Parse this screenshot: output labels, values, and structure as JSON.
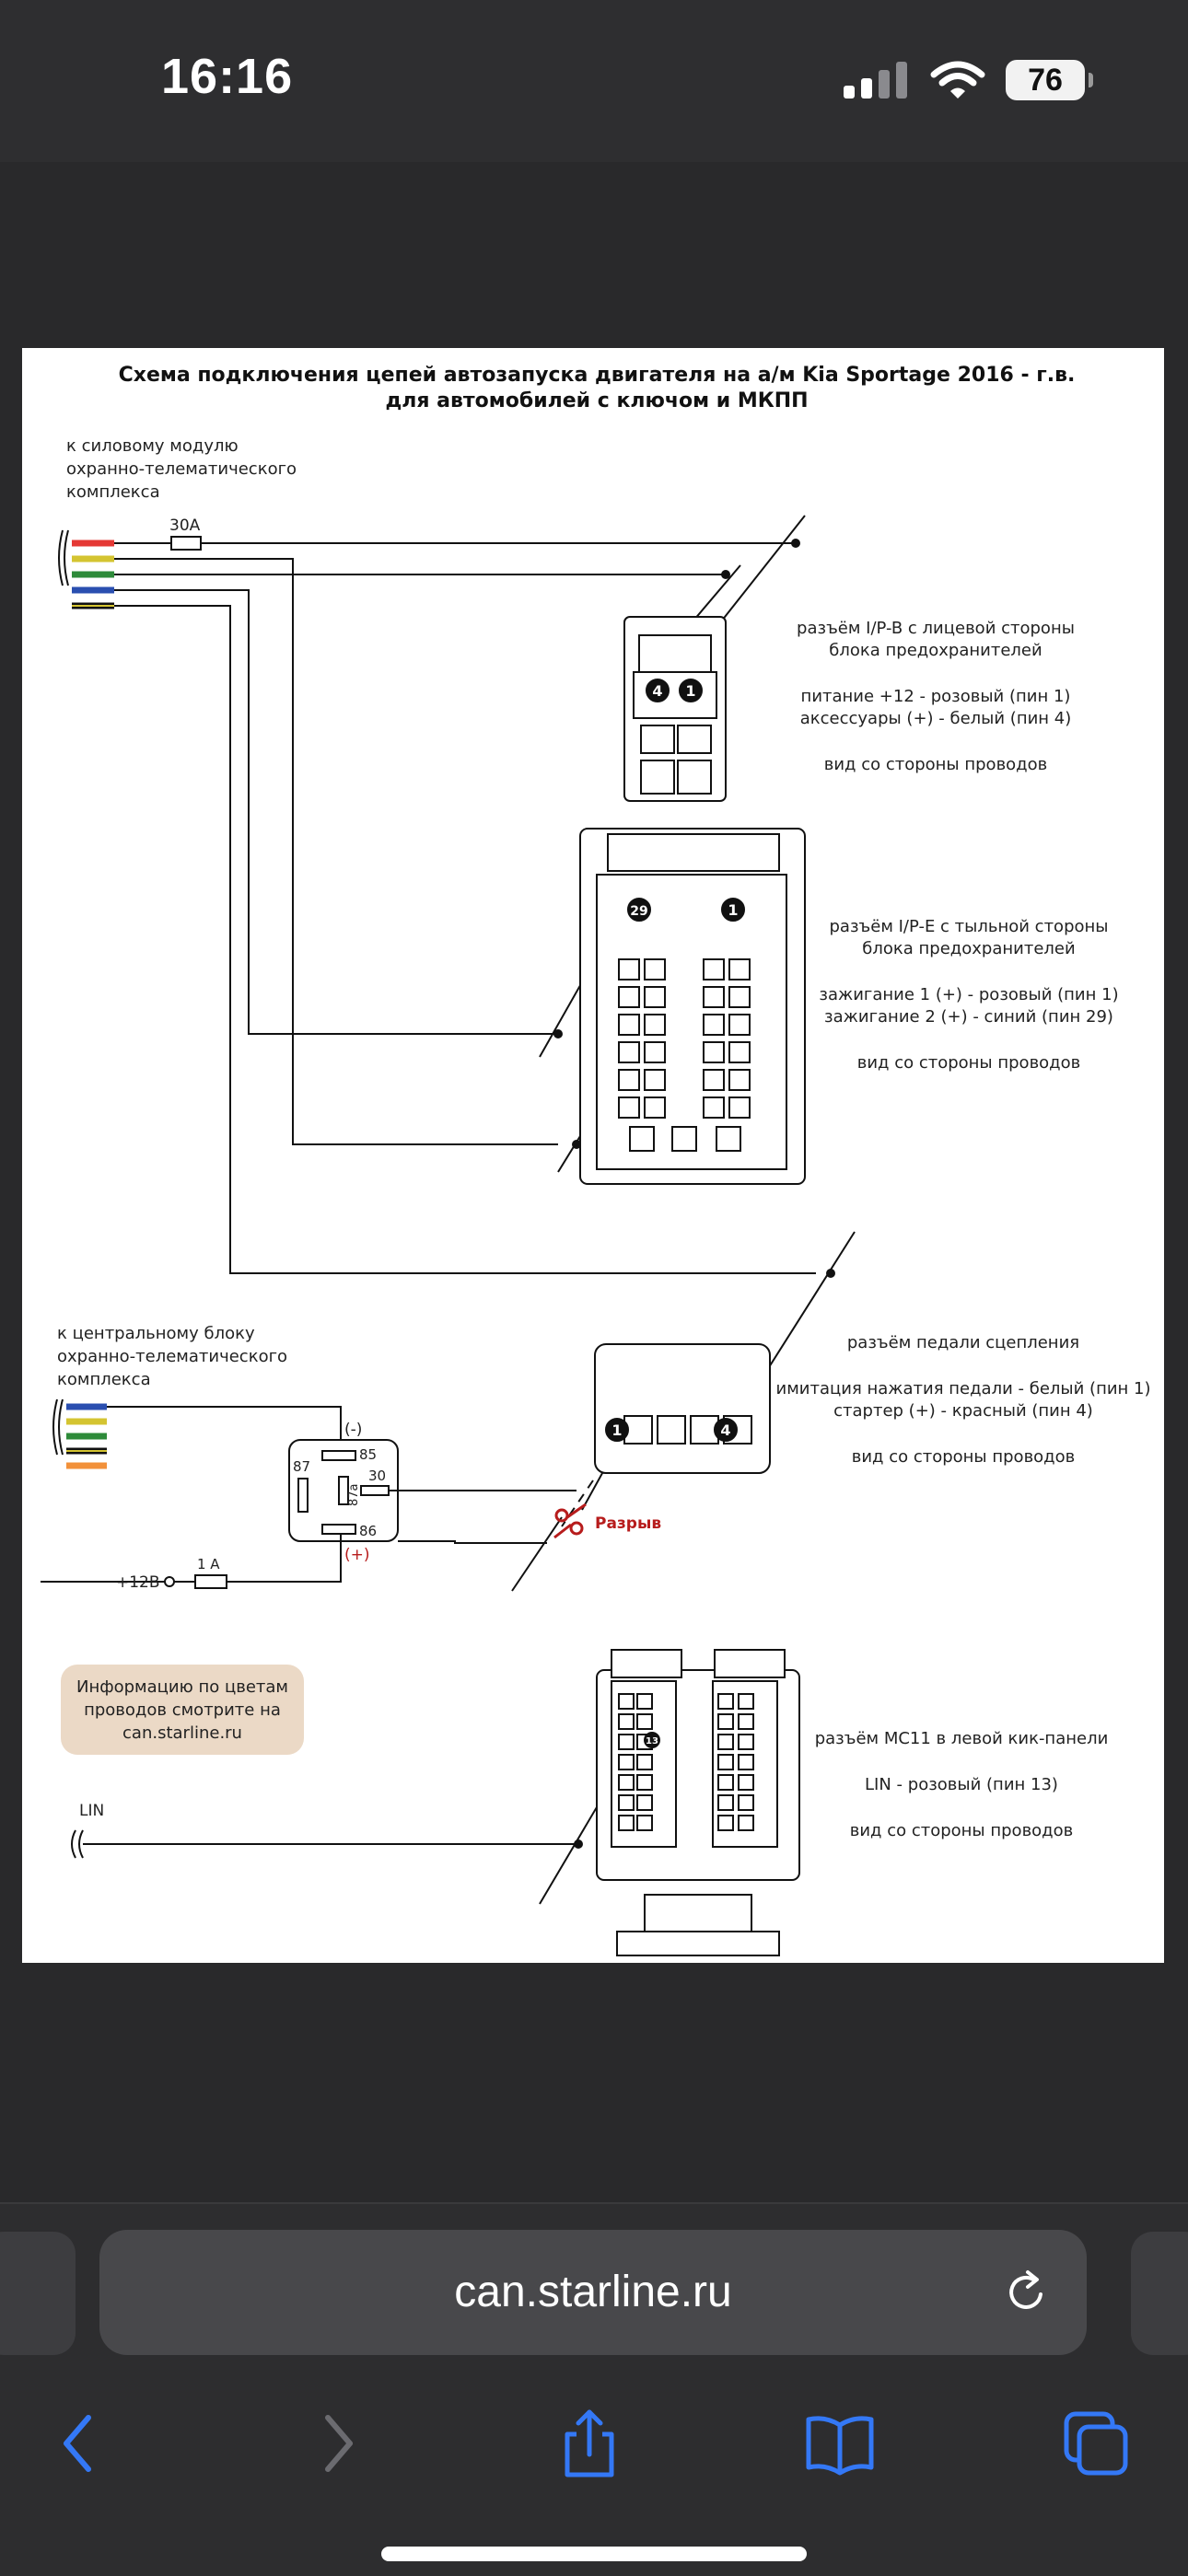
{
  "status_bar": {
    "time": "16:16",
    "battery_level": "76"
  },
  "browser": {
    "url": "can.starline.ru"
  },
  "diagram": {
    "title_line1": "Схема подключения цепей автозапуска двигателя на а/м Kia Sportage 2016 - г.в.",
    "title_line2": "для автомобилей с ключом и МКПП",
    "module_label": [
      "к силовому модулю",
      "охранно-телематического",
      "комплекса"
    ],
    "fuse_30a": "30A",
    "iv_b": {
      "title": [
        "разъём I/P-B с лицевой стороны",
        "блока предохранителей"
      ],
      "pins": [
        "питание +12 - розовый (пин 1)",
        "аксессуары (+) - белый (пин 4)"
      ],
      "view": "вид со стороны проводов",
      "pin_a": "4",
      "pin_b": "1"
    },
    "iv_e": {
      "title": [
        "разъём I/P-E с тыльной стороны",
        "блока предохранителей"
      ],
      "pins": [
        "зажигание 1 (+) - розовый (пин 1)",
        "зажигание 2 (+) - синий (пин 29)"
      ],
      "view": "вид со стороны проводов",
      "pin_a": "29",
      "pin_b": "1"
    },
    "pedal": {
      "title": "разъём педали сцепления",
      "pins": [
        "имитация нажатия педали - белый (пин 1)",
        "стартер (+) - красный (пин 4)"
      ],
      "view": "вид со стороны проводов",
      "pin_a": "1",
      "pin_b": "4"
    },
    "central_label": [
      "к центральному блоку",
      "охранно-телематического",
      "комплекса"
    ],
    "relay": {
      "minus": "(-)",
      "plus": "(+)",
      "pin85": "85",
      "pin86": "86",
      "pin87": "87",
      "pin87a": "87a",
      "pin30": "30"
    },
    "break_label": "Разрыв",
    "v12": "+12В",
    "fuse_1a": "1 А",
    "info_box": [
      "Информацию по цветам",
      "проводов смотрите на",
      "can.starline.ru"
    ],
    "lin_label": "LIN",
    "mc11": {
      "title": "разъём MC11 в левой кик-панели",
      "pin": "LIN - розовый (пин 13)",
      "view": "вид со стороны проводов",
      "pin_a": "13"
    }
  },
  "colors": {
    "wire_red": "#e53935",
    "wire_yellow": "#d4c431",
    "wire_green": "#2e8b3a",
    "wire_blue": "#2a4fb0",
    "wire_orange": "#f2913a",
    "break_red": "#b71c1c",
    "info_box_bg": "#ebd9c6",
    "link_blue": "#3478f6"
  }
}
